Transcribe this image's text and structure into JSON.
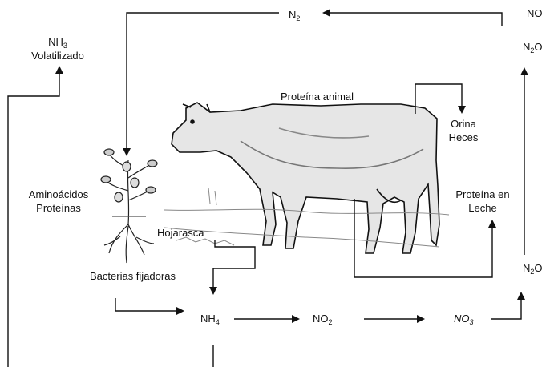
{
  "labels": {
    "n2_top": {
      "base": "N",
      "sub": "2"
    },
    "no": "NO",
    "n2o_top": {
      "base": "N",
      "sub": "2",
      "tail": "O"
    },
    "nh3_line1": {
      "base": "NH",
      "sub": "3"
    },
    "nh3_line2": "Volatilizado",
    "proteina_animal": "Proteína animal",
    "orina": "Orina",
    "heces": "Heces",
    "aminoacidos": "Aminoácidos",
    "proteinas": "Proteínas",
    "proteina_en": "Proteína en",
    "leche": "Leche",
    "hojarasca": "Hojarasca",
    "bacterias": "Bacterias fijadoras",
    "n2o_right": {
      "base": "N",
      "sub": "2",
      "tail": "O"
    },
    "nh4": {
      "base": "NH",
      "sub": "4"
    },
    "no2": {
      "base": "NO",
      "sub": "2"
    },
    "no3": {
      "base": "NO",
      "sub": "3"
    }
  },
  "colors": {
    "stroke": "#111111",
    "background": "#ffffff"
  },
  "illustrations": [
    "cow-illustration",
    "plant-illustration"
  ]
}
